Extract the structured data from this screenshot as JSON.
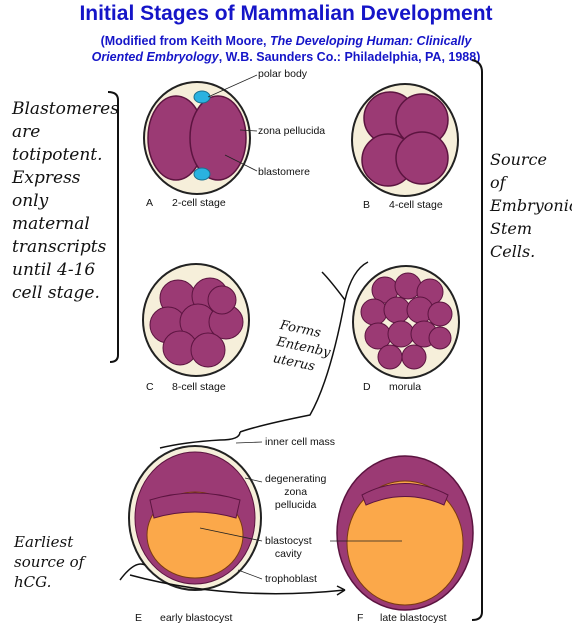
{
  "title": "Initial Stages of Mammalian Development",
  "subtitle": {
    "line1_prefix": "(Modified from Keith Moore, ",
    "line1_book": "The Developing Human: Clinically",
    "line2_book": "Oriented Embryology",
    "line2_suffix": ",  W.B. Saunders Co.: Philadelphia, PA, 1988)"
  },
  "panels": {
    "A": {
      "letter": "A",
      "caption": "2-cell stage"
    },
    "B": {
      "letter": "B",
      "caption": "4-cell stage"
    },
    "C": {
      "letter": "C",
      "caption": "8-cell stage"
    },
    "D": {
      "letter": "D",
      "caption": "morula"
    },
    "E": {
      "letter": "E",
      "caption": "early blastocyst"
    },
    "F": {
      "letter": "F",
      "caption": "late blastocyst"
    }
  },
  "labels": {
    "polar_body": "polar body",
    "zona_pellucida": "zona pellucida",
    "blastomere": "blastomere",
    "inner_cell_mass": "inner cell mass",
    "degenerating_zona": "degenerating\nzona\npellucida",
    "blastocyst_cavity": "blastocyst\ncavity",
    "trophoblast": "trophoblast"
  },
  "handwritten": {
    "left_note": "Blastomeres\nare\ntotipotent.\nExpress\nonly\nmaternal\ntranscripts\nuntil 4-16\ncell stage.",
    "right_note": "Source\nof\nEmbryonic\nStem\nCells.",
    "forms": "Forms\nEntenby\nuterus",
    "hcg": "Earliest\nsource of\nhCG."
  },
  "colors": {
    "title": "#1515c8",
    "cell": "#9b3a74",
    "cell_dark": "#6e1f50",
    "cavity": "#fba84a",
    "zona": "#f6efda",
    "polar": "#2ab2e0"
  }
}
